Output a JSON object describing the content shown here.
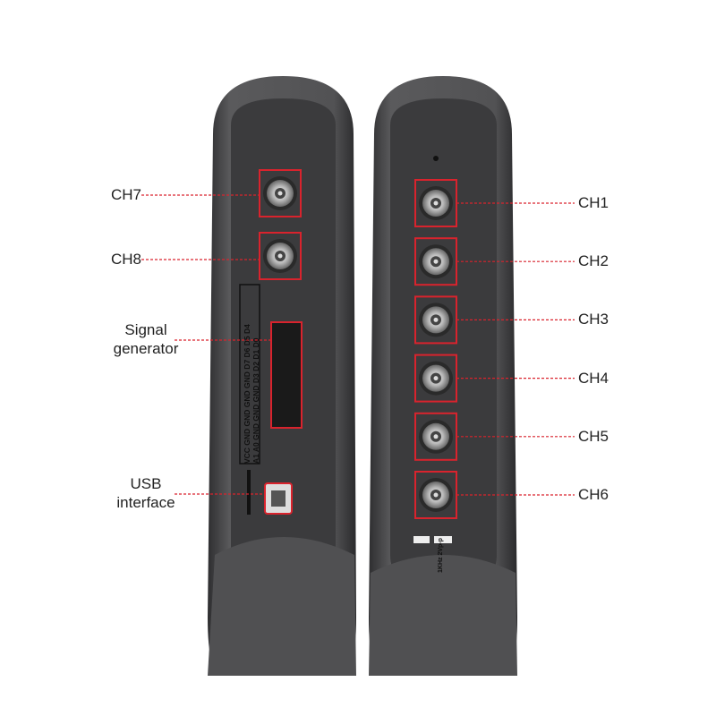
{
  "callouts_left": [
    {
      "label": "CH7"
    },
    {
      "label": "CH8"
    },
    {
      "label": "Signal generator",
      "lines": [
        "Signal",
        "generator"
      ]
    },
    {
      "label": "USB interface",
      "lines": [
        "USB",
        "interface"
      ]
    }
  ],
  "callouts_right": [
    {
      "label": "CH1"
    },
    {
      "label": "CH2"
    },
    {
      "label": "CH3"
    },
    {
      "label": "CH4"
    },
    {
      "label": "CH5"
    },
    {
      "label": "CH6"
    }
  ],
  "device_markings": {
    "left_ports": [
      "CH7",
      "CH8"
    ],
    "right_ports": [
      "CH1",
      "CH2",
      "CH3",
      "CH4",
      "CH5",
      "CH6"
    ],
    "pinout_row1": "VCC GND GND GND GND D7 D6 D5 D4",
    "pinout_row2": "A1 A0 GND GND GND D3 D2 D1 D0",
    "cal_label": "1KHz 2Vp-p"
  },
  "colors": {
    "highlight": "#d9232d",
    "body": "#4a4a4c",
    "panel": "#3a3a3c"
  }
}
